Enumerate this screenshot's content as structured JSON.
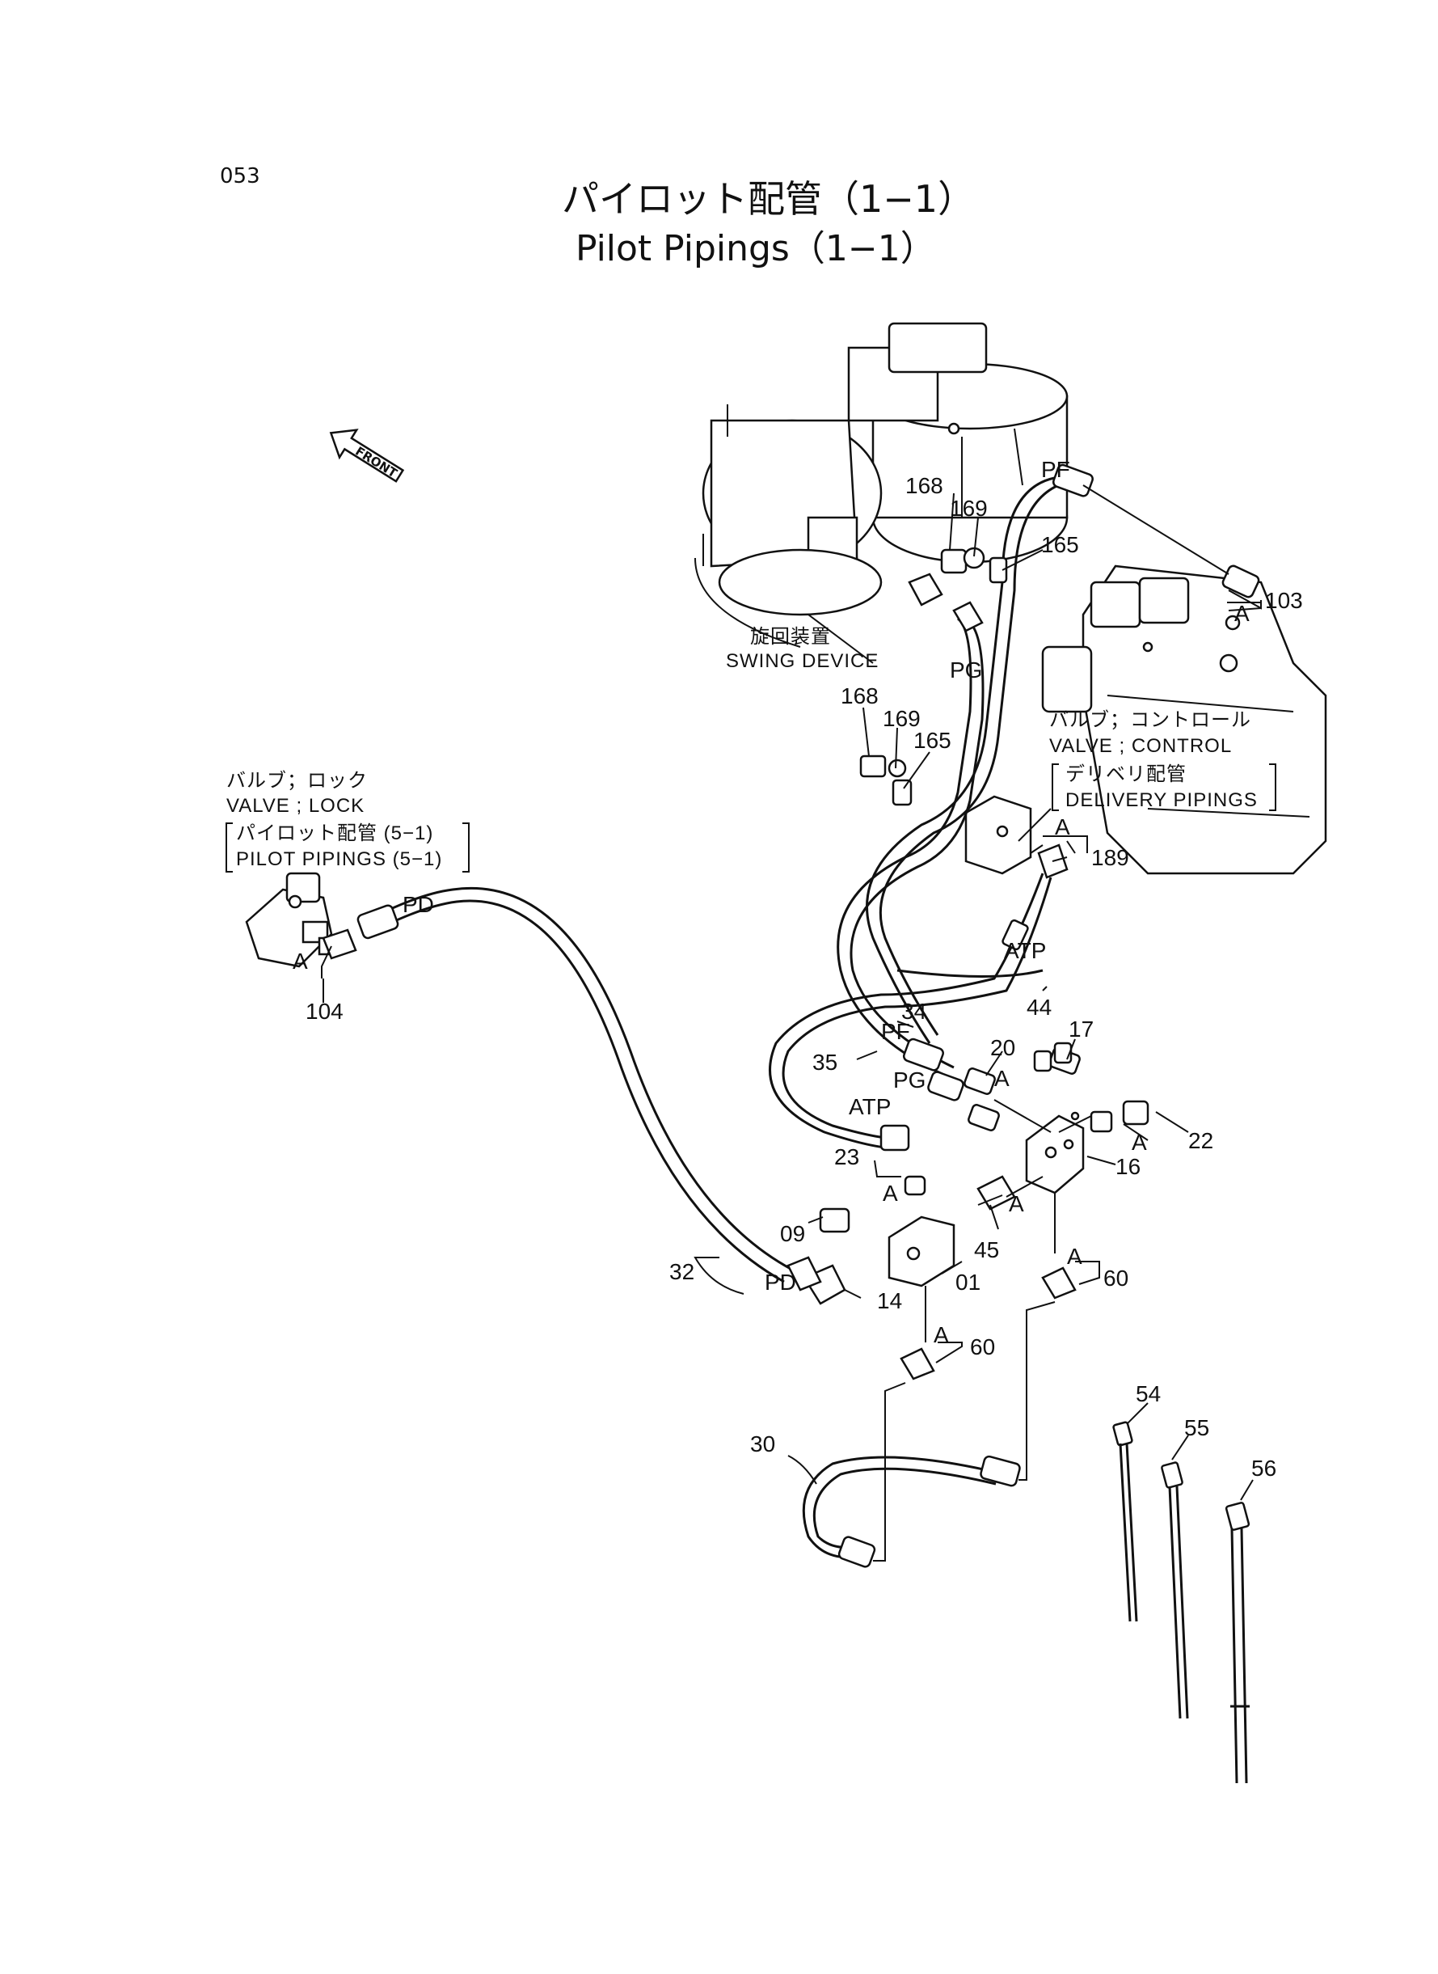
{
  "page_number": "053",
  "title_jp": "パイロット配管（1−1）",
  "title_en": "Pilot Pipings（1−1）",
  "front_label": "FRONT",
  "callouts": {
    "swing_device": {
      "jp": "旋回装置",
      "en": "SWING DEVICE"
    },
    "control_valve": {
      "jp": "バルブ；コントロール",
      "en": "VALVE ; CONTROL",
      "ref_jp": "デリベリ配管",
      "ref_en": "DELIVERY PIPINGS"
    },
    "lock_valve": {
      "jp": "バルブ；ロック",
      "en": "VALVE ; LOCK",
      "ref_jp": "パイロット配管 (5−1)",
      "ref_en": "PILOT PIPINGS (5−1)"
    }
  },
  "parts": {
    "p168a": "168",
    "p169a": "169",
    "p165a": "165",
    "p103": "103",
    "p168b": "168",
    "p169b": "169",
    "p165b": "165",
    "p189": "189",
    "p104": "104",
    "p44": "44",
    "p34": "34",
    "p35": "35",
    "p20": "20",
    "p17": "17",
    "p22": "22",
    "p16": "16",
    "p23": "23",
    "p09": "09",
    "p45": "45",
    "p01": "01",
    "p14": "14",
    "p32": "32",
    "p60a": "60",
    "p60b": "60",
    "p30": "30",
    "p54": "54",
    "p55": "55",
    "p56": "56"
  },
  "port_labels": {
    "pf_top": "PF",
    "pg_top": "PG",
    "pd_top": "PD",
    "atp_top": "ATP",
    "pf_mid": "PF",
    "pg_mid": "PG",
    "atp_mid": "ATP",
    "pd_bot": "PD"
  },
  "detail_marks": {
    "a103": "A",
    "a189": "A",
    "a104": "A",
    "a20": "A",
    "a22": "A",
    "a23": "A",
    "a45": "A",
    "a60a": "A",
    "a60b": "A"
  }
}
